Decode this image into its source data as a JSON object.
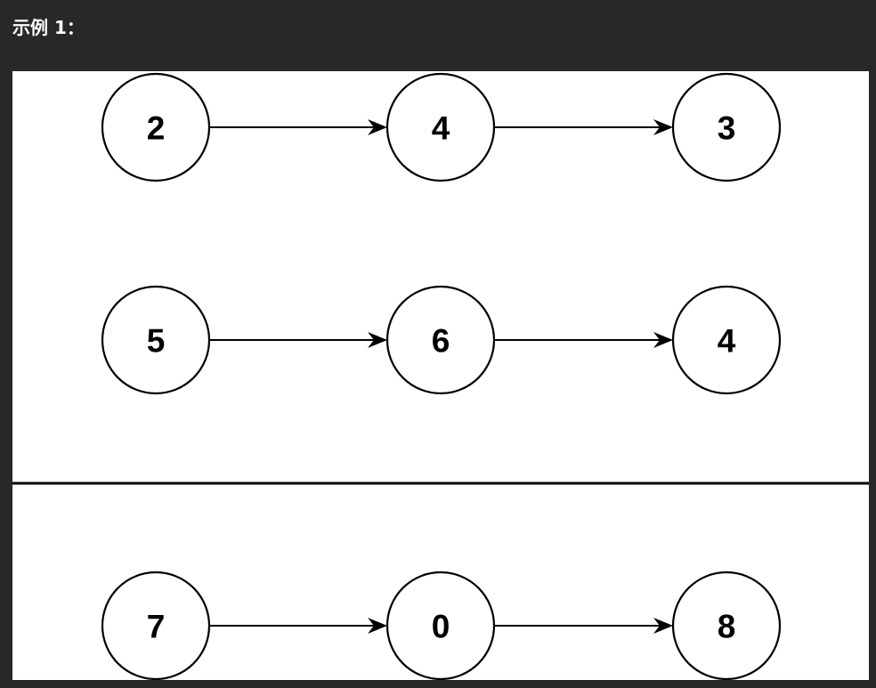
{
  "heading": "示例 1：",
  "lists": [
    {
      "nodes": [
        "2",
        "4",
        "3"
      ]
    },
    {
      "nodes": [
        "5",
        "6",
        "4"
      ]
    },
    {
      "nodes": [
        "7",
        "0",
        "8"
      ]
    }
  ],
  "colors": {
    "page_background": "#282828",
    "figure_background": "#ffffff",
    "stroke": "#000000",
    "heading_text": "#ffffff"
  }
}
